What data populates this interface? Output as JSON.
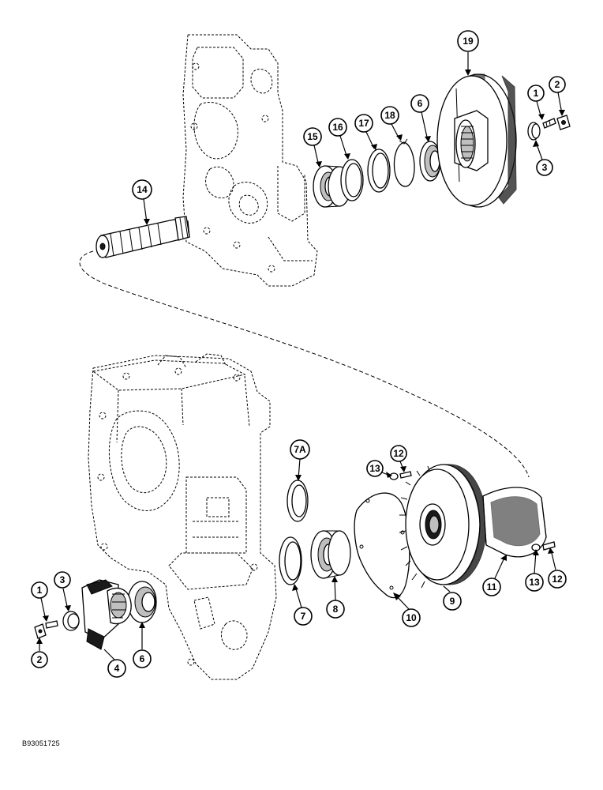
{
  "diagram": {
    "reference_code": "B93051725",
    "callouts": [
      "19",
      "1",
      "2",
      "3",
      "15",
      "16",
      "17",
      "18",
      "6",
      "14",
      "7A",
      "13",
      "12",
      "11",
      "9",
      "10",
      "8",
      "7",
      "1",
      "3",
      "2",
      "4",
      "6",
      "13",
      "12"
    ]
  }
}
